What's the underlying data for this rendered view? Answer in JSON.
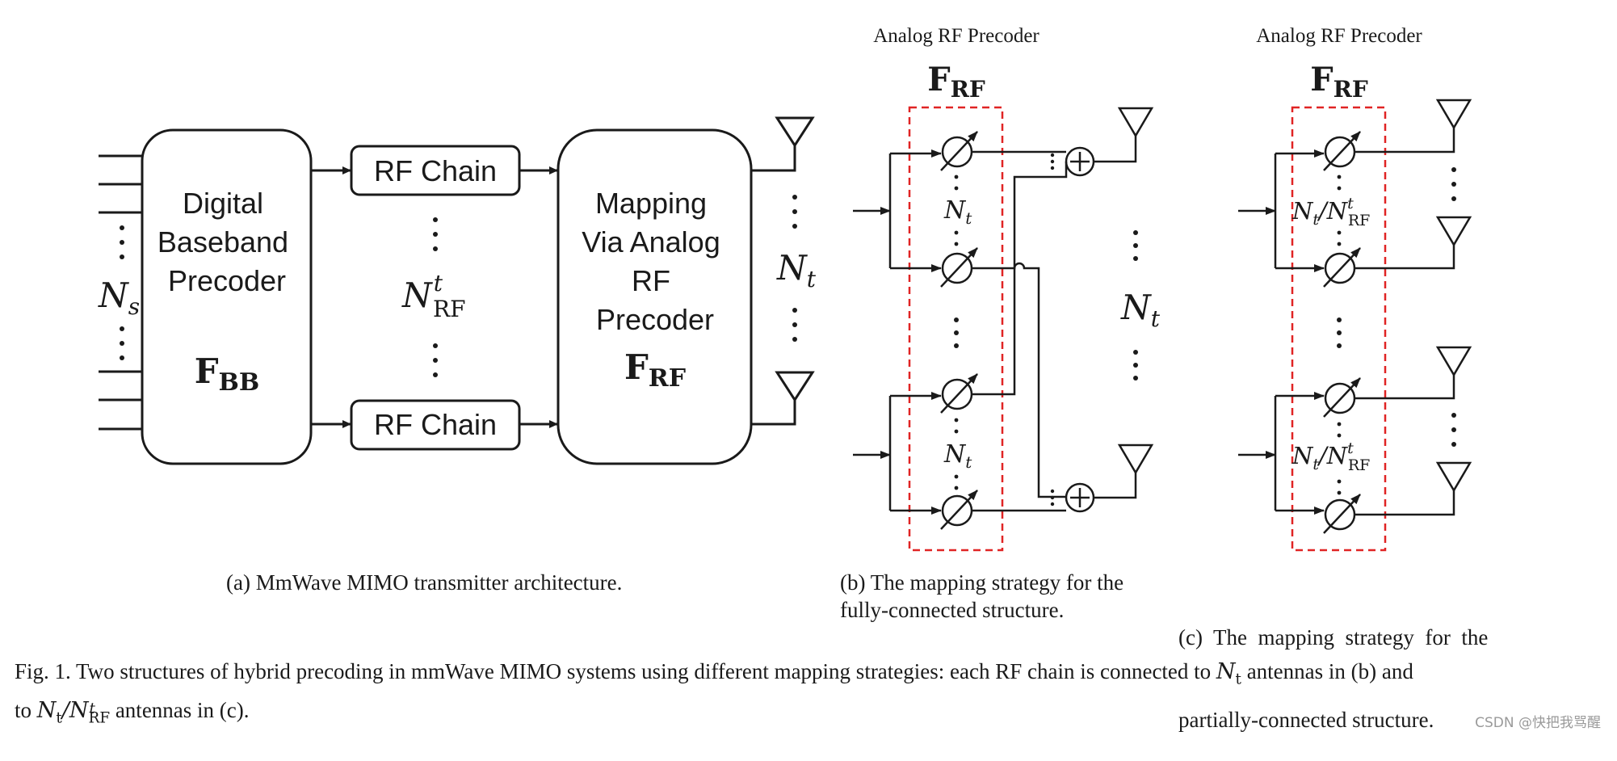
{
  "diagram_a": {
    "input_label": "N",
    "input_label_sub": "s",
    "baseband_lines": [
      "Digital",
      "Baseband",
      "Precoder"
    ],
    "baseband_symbol": "F",
    "baseband_symbol_sub": "BB",
    "rf_chain_top": "RF Chain",
    "rf_chain_bottom": "RF Chain",
    "rf_count_label": "N",
    "rf_count_sup": "t",
    "rf_count_sub": "RF",
    "mapping_lines": [
      "Mapping",
      "Via Analog",
      "RF",
      "Precoder"
    ],
    "mapping_symbol": "F",
    "mapping_symbol_sub": "RF",
    "antenna_label": "N",
    "antenna_label_sub": "t",
    "caption": "(a) MmWave MIMO transmitter architecture."
  },
  "diagram_b": {
    "title": "Analog RF Precoder",
    "symbol": "F",
    "symbol_sub": "RF",
    "group_label": "N",
    "group_label_sub": "t",
    "antenna_label": "N",
    "antenna_label_sub": "t",
    "caption_line1": "(b) The mapping strategy for the",
    "caption_line2": "fully-connected structure."
  },
  "diagram_c": {
    "title": "Analog RF Precoder",
    "symbol": "F",
    "symbol_sub": "RF",
    "group_label_a": "N",
    "group_label_a_sub": "t",
    "group_label_b": "N",
    "group_label_b_sup": "t",
    "group_label_b_sub": "RF",
    "caption_line1": "(c)  The  mapping  strategy  for  the",
    "caption_line2": "partially-connected structure."
  },
  "figure_caption": {
    "prefix": "Fig. 1.  Two structures of hybrid precoding in mmWave MIMO systems using different mapping strategies: each RF chain is connected to",
    "math1": "N",
    "math1_sub": "t",
    "middle": "antennas in (b) and",
    "line2_prefix": "to",
    "math2_a": "N",
    "math2_a_sub": "t",
    "math2_b": "N",
    "math2_b_sup": "t",
    "math2_b_sub": "RF",
    "suffix": "antennas in (c)."
  },
  "watermark": "CSDN @快把我骂醒",
  "colors": {
    "stroke": "#1a1a1a",
    "dashed_box": "#e02424"
  }
}
